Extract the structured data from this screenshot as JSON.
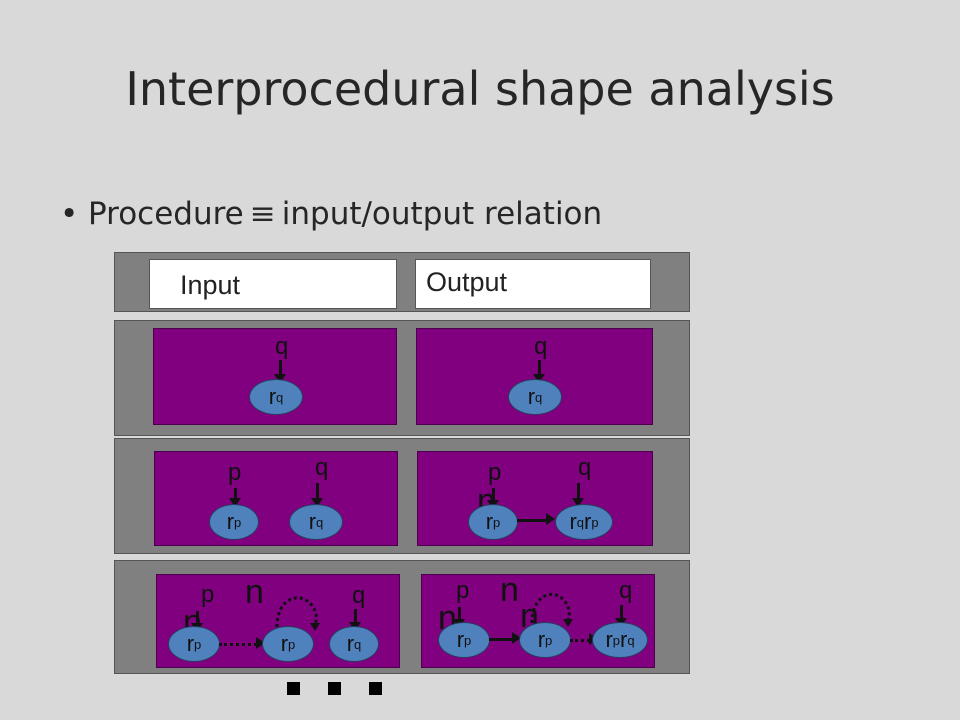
{
  "slide": {
    "title": "Interprocedural shape analysis",
    "bullet": {
      "prefix": "Procedure",
      "symbol": "≡",
      "suffix": "input/output relation",
      "marker": "•"
    }
  },
  "table": {
    "input_header": "Input",
    "output_header": "Output"
  },
  "labels": {
    "p": "p",
    "q": "q",
    "n": "n",
    "r": "r",
    "sub_p": "p",
    "sub_q": "q"
  },
  "colors": {
    "background": "#d9d9d9",
    "row": "#808080",
    "panel": "#800080",
    "node": "#4f81bd"
  },
  "ellipsis_count": 3
}
